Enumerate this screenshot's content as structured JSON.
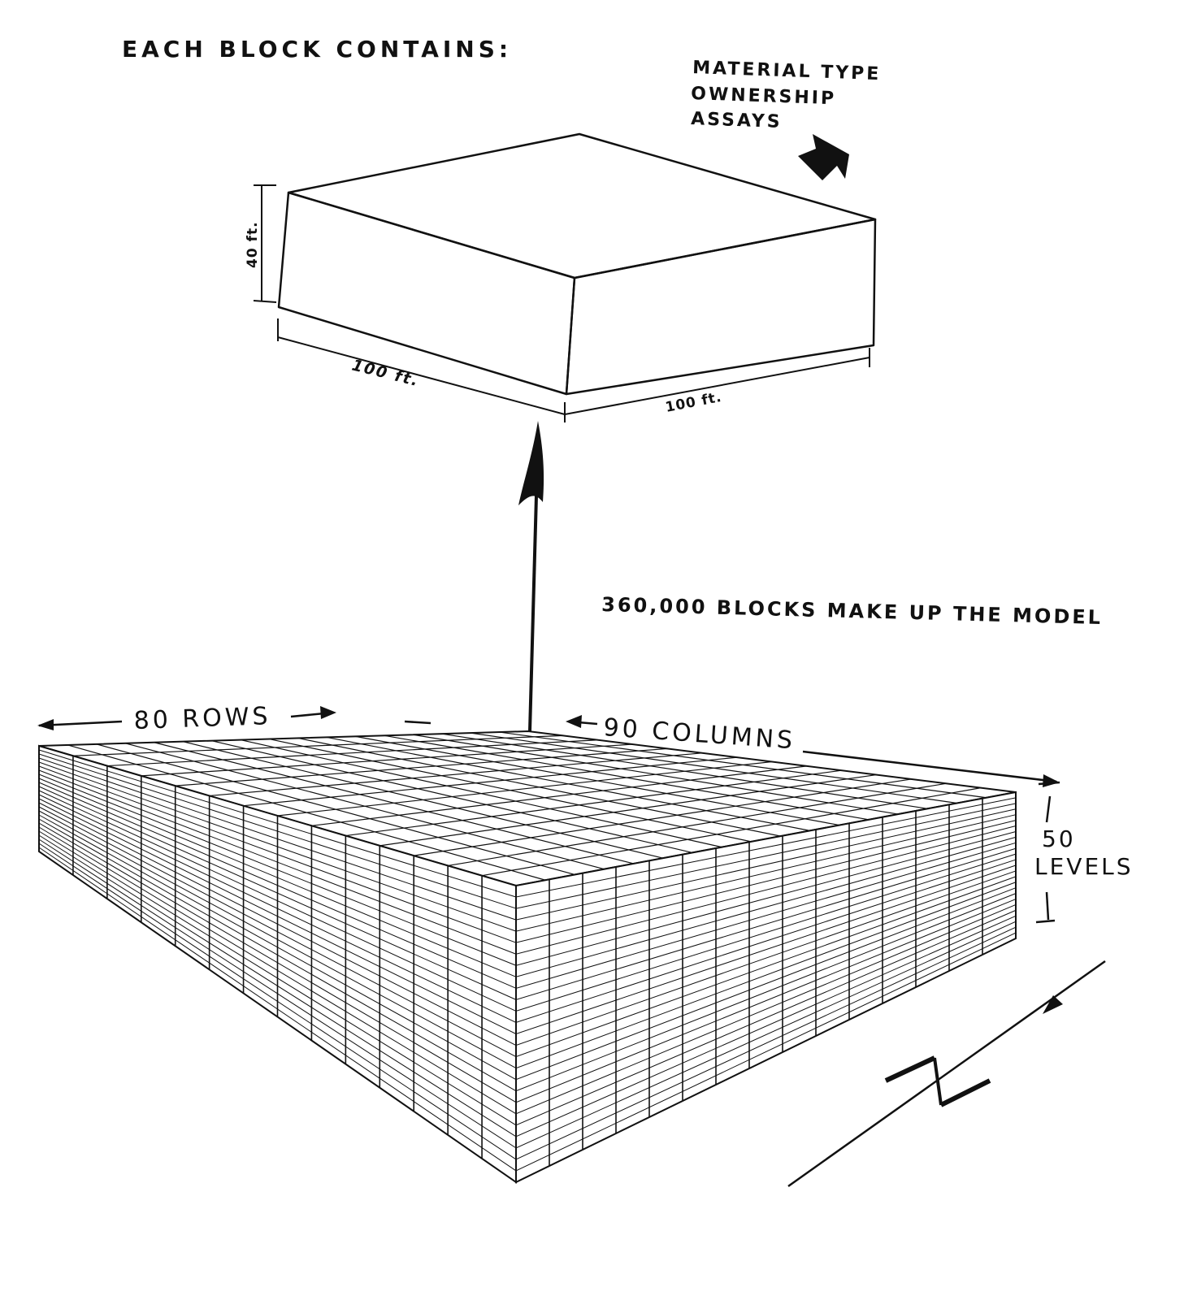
{
  "header": {
    "title": "EACH BLOCK CONTAINS:"
  },
  "block_contents": [
    "MATERIAL TYPE",
    "OWNERSHIP",
    "ASSAYS"
  ],
  "block": {
    "height_label": "40 ft.",
    "length_label": "100 ft.",
    "width_label": "100 ft."
  },
  "model": {
    "summary": "360,000 BLOCKS MAKE UP THE MODEL",
    "rows_label": "80 ROWS",
    "columns_label": "90 COLUMNS",
    "levels_number": "50",
    "levels_word": "LEVELS"
  }
}
